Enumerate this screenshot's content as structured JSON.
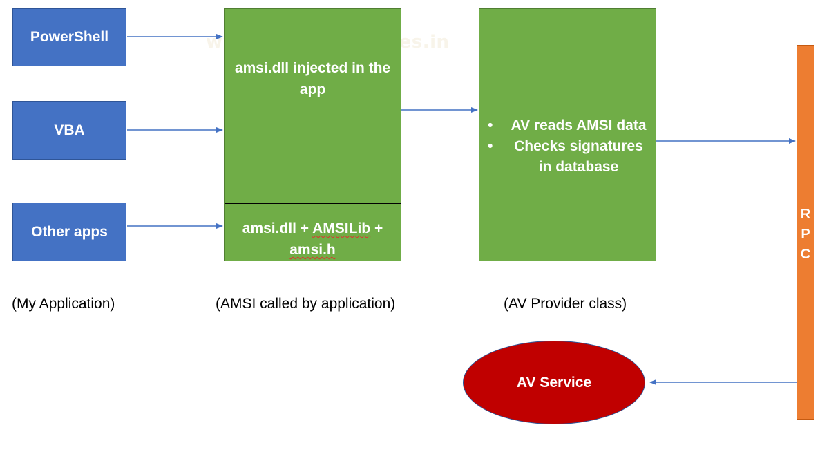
{
  "watermark": "www.hackingarticles.in",
  "apps": {
    "powershell": "PowerShell",
    "vba": "VBA",
    "other": "Other apps"
  },
  "amsi": {
    "top_text": "amsi.dll injected in the app",
    "bottom_part1": "amsi.dll + ",
    "bottom_part2": "AMSILib",
    "bottom_part3": " +",
    "bottom_part4": "amsi.h"
  },
  "av_provider": {
    "items": [
      "AV reads AMSI data",
      "Checks signatures in database"
    ]
  },
  "rpc": [
    "R",
    "P",
    "C"
  ],
  "av_service": "AV Service",
  "captions": {
    "app": "(My Application)",
    "amsi": "(AMSI called by application)",
    "av": "(AV Provider class)"
  },
  "colors": {
    "app_blue": "#4472c4",
    "amsi_green": "#70ad47",
    "rpc_orange": "#ed7d31",
    "service_red": "#c00000",
    "arrow": "#4472c4"
  }
}
